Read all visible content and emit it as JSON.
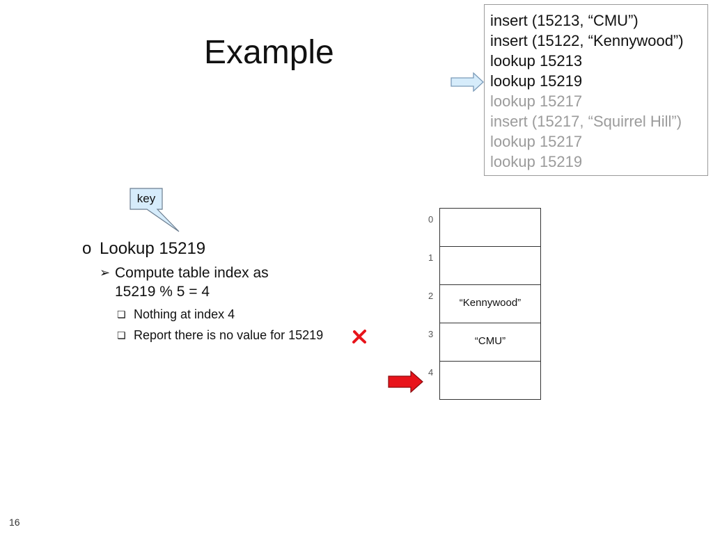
{
  "slide": {
    "title": "Example",
    "page_number": "16"
  },
  "operations": [
    {
      "text": "insert (15213, “CMU”)",
      "state": "done"
    },
    {
      "text": "insert (15122, “Kennywood”)",
      "state": "done"
    },
    {
      "text": "lookup 15213",
      "state": "done"
    },
    {
      "text": "lookup 15219",
      "state": "current"
    },
    {
      "text": "lookup 15217",
      "state": "pending"
    },
    {
      "text": "insert (15217, “Squirrel Hill”)",
      "state": "pending"
    },
    {
      "text": "lookup 15217",
      "state": "pending"
    },
    {
      "text": "lookup 15219",
      "state": "pending"
    }
  ],
  "callout": {
    "label": "key"
  },
  "bullets": {
    "level1_marker": "o",
    "level1": "Lookup 15219",
    "level2_marker": "➢",
    "level2_line1": "Compute table index as",
    "level2_line2": "15219 % 5 = 4",
    "level3_marker": "❏",
    "level3": [
      "Nothing at index 4",
      "Report there is no value for 15219"
    ]
  },
  "hash_table": {
    "slots": [
      {
        "index": "0",
        "value": ""
      },
      {
        "index": "1",
        "value": ""
      },
      {
        "index": "2",
        "value": "“Kennywood”"
      },
      {
        "index": "3",
        "value": "“CMU”"
      },
      {
        "index": "4",
        "value": ""
      }
    ],
    "probed_index": "4"
  },
  "colors": {
    "current_arrow_fill": "#d6ecfb",
    "current_arrow_stroke": "#7a9ab8",
    "probe_arrow_fill": "#e8141b",
    "fail_mark": "#e8141b",
    "callout_fill": "#d6ecfb",
    "pending_text": "#9b9b9b"
  },
  "icons": {
    "current_arrow": "right-arrow-icon",
    "probe_arrow": "right-arrow-icon",
    "fail_mark": "cross-mark-icon"
  }
}
